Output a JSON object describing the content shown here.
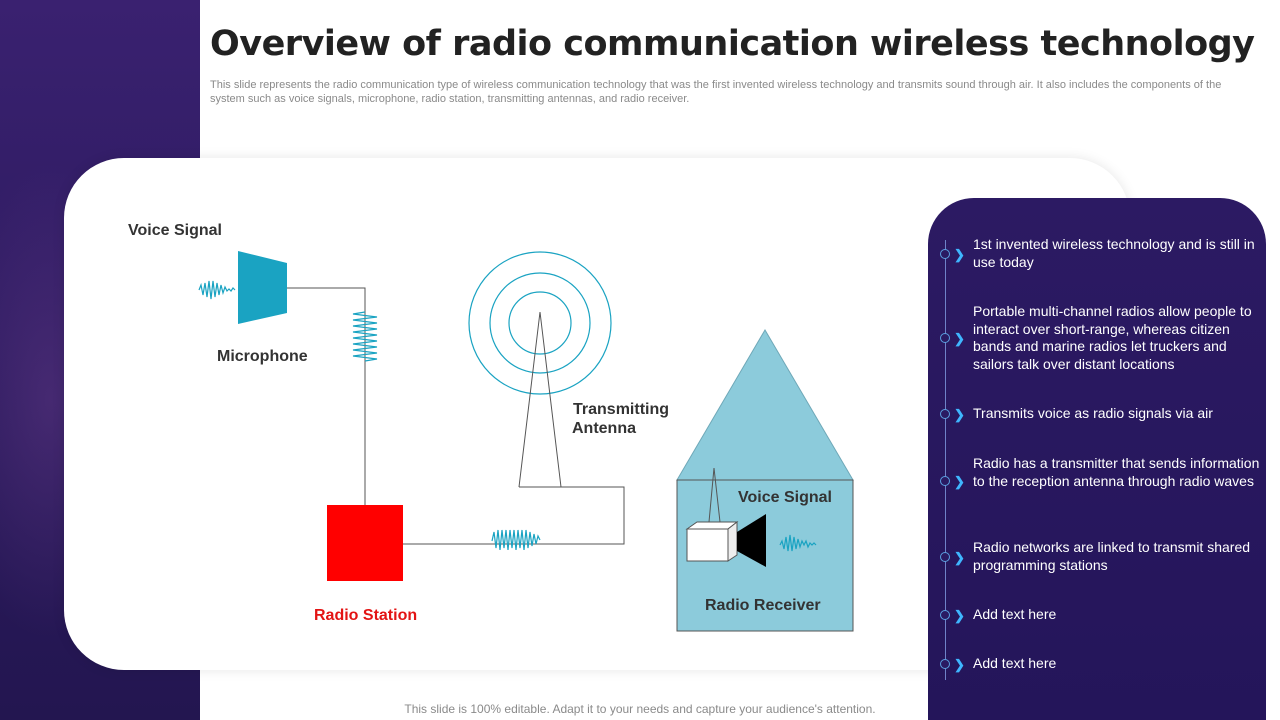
{
  "title": "Overview of radio communication wireless technology",
  "subtitle": "This slide represents the radio communication type of wireless communication technology that was the first invented wireless technology and transmits sound through air.  It also includes the components of the system such as voice signals, microphone, radio station, transmitting antennas, and radio receiver.",
  "diagram": {
    "voice_signal_label": "Voice Signal",
    "microphone_label": "Microphone",
    "antenna_label_line1": "Transmitting",
    "antenna_label_line2": "Antenna",
    "radio_station_label": "Radio Station",
    "receiver_voice_signal_label": "Voice Signal",
    "radio_receiver_label": "Radio Receiver"
  },
  "panel": {
    "items": [
      {
        "text": "1st invented wireless technology and is still in use today"
      },
      {
        "text": "Portable multi-channel radios allow people to interact over short-range, whereas citizen bands and marine radios let truckers and sailors talk over distant locations"
      },
      {
        "text": "Transmits voice as radio signals via air"
      },
      {
        "text": "Radio has a transmitter that sends information to the reception antenna through radio waves"
      },
      {
        "text": "Radio networks are linked to transmit shared programming stations"
      },
      {
        "text": "Add text here"
      },
      {
        "text": "Add text here"
      }
    ]
  },
  "footer": "This slide is 100% editable. Adapt it to your needs and capture your audience's attention.",
  "colors": {
    "accent_teal": "#1aa3c2",
    "house_blue": "#8ccbdb",
    "station_red": "#ff0000",
    "panel_purple": "#27185c",
    "left_band_purple": "#2f1c65"
  },
  "icons": {
    "microphone": "microphone-icon",
    "antenna": "antenna-tower-icon",
    "station": "radio-station-icon",
    "receiver": "radio-receiver-icon",
    "bullet": "chevron-right-icon"
  }
}
